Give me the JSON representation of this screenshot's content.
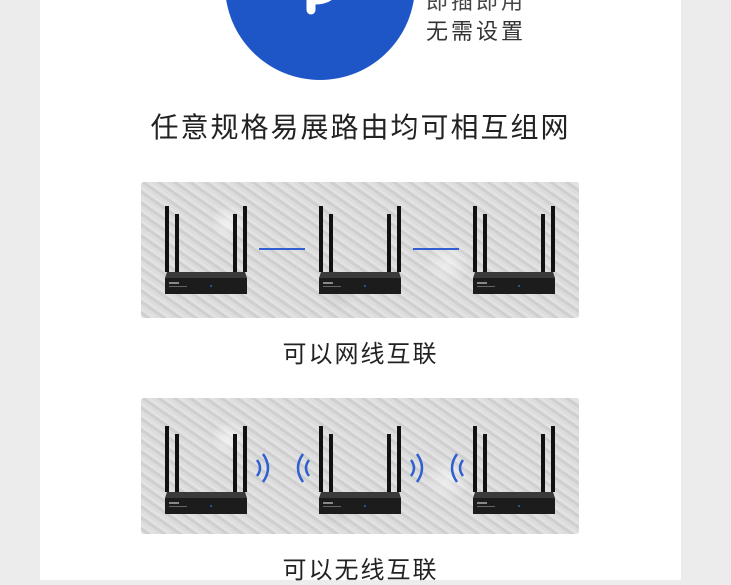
{
  "header": {
    "partial_line": "即插即用",
    "no_setup": "无需设置",
    "icon": "p-logo-icon",
    "brand_color": "#1f56c7"
  },
  "headline": "任意规格易展路由均可相互组网",
  "panels": [
    {
      "caption": "可以网线互联",
      "connection": "wired"
    },
    {
      "caption": "可以无线互联",
      "connection": "wireless"
    }
  ],
  "link_color": "#2f5fd0"
}
